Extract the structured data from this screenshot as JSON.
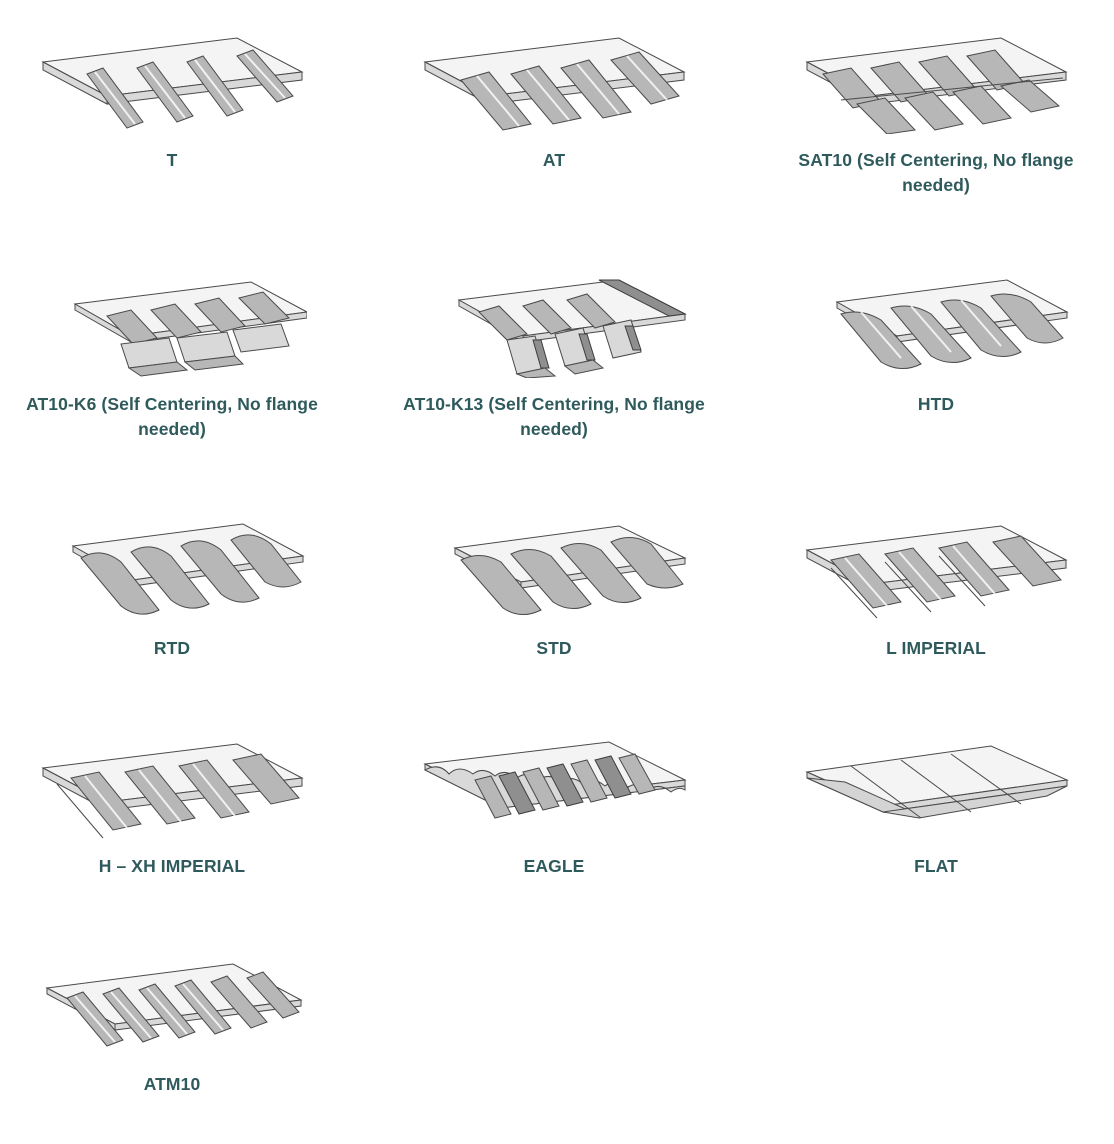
{
  "profiles": [
    {
      "id": "t",
      "label": "T",
      "icon": "t-belt-profile-icon"
    },
    {
      "id": "at",
      "label": "AT",
      "icon": "at-belt-profile-icon"
    },
    {
      "id": "sat10",
      "label": "SAT10 (Self Centering, No flange needed)",
      "icon": "sat10-belt-profile-icon"
    },
    {
      "id": "at10-k6",
      "label": "AT10-K6 (Self Centering, No flange needed)",
      "icon": "at10-k6-belt-profile-icon"
    },
    {
      "id": "at10-k13",
      "label": "AT10-K13 (Self Centering, No flange needed)",
      "icon": "at10-k13-belt-profile-icon"
    },
    {
      "id": "htd",
      "label": "HTD",
      "icon": "htd-belt-profile-icon"
    },
    {
      "id": "rtd",
      "label": "RTD",
      "icon": "rtd-belt-profile-icon"
    },
    {
      "id": "std",
      "label": "STD",
      "icon": "std-belt-profile-icon"
    },
    {
      "id": "l-imperial",
      "label": "L IMPERIAL",
      "icon": "l-imperial-belt-profile-icon"
    },
    {
      "id": "h-xh-imperial",
      "label": "H – XH IMPERIAL",
      "icon": "h-xh-imperial-belt-profile-icon"
    },
    {
      "id": "eagle",
      "label": "EAGLE",
      "icon": "eagle-belt-profile-icon"
    },
    {
      "id": "flat",
      "label": "FLAT",
      "icon": "flat-belt-profile-icon"
    },
    {
      "id": "atm10",
      "label": "ATM10",
      "icon": "atm10-belt-profile-icon"
    }
  ]
}
